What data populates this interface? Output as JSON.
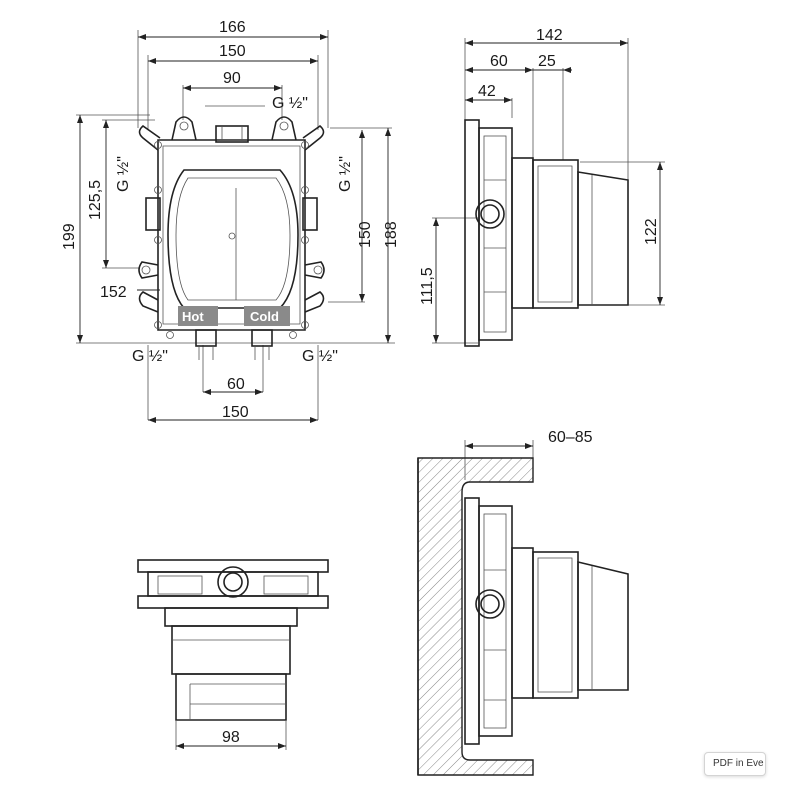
{
  "front_view": {
    "dims": {
      "overall_width": "166",
      "frame_width": "150",
      "inner_width": "90",
      "height_overall": "199",
      "height_inlet": "125,5",
      "diagonal": "152",
      "height_frame_right": "150",
      "height_overall_right": "188",
      "bottom_spacing": "60",
      "bottom_width": "150"
    },
    "threads": {
      "top": "G ½\"",
      "left": "G ½\"",
      "right": "G ½\"",
      "bottom_left": "G ½\"",
      "bottom_right": "G ½\""
    },
    "labels": {
      "hot": "Hot",
      "cold": "Cold"
    }
  },
  "side_view": {
    "dims": {
      "depth_total": "142",
      "depth_box": "60",
      "depth_step": "25",
      "depth_flange": "42",
      "height_outlet": "111,5",
      "height_body": "122"
    }
  },
  "bottom_view": {
    "dims": {
      "width_body": "98"
    }
  },
  "install_view": {
    "dims": {
      "install_depth": "60–85"
    }
  },
  "badge": {
    "text": "PDF in Eve"
  }
}
